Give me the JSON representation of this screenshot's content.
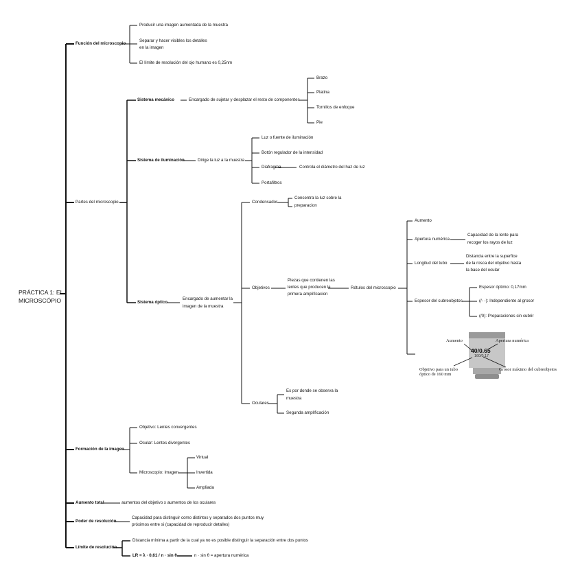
{
  "root": {
    "line1": "PRÁCTICA 1: EL",
    "line2": "MICROSCÓPIO"
  },
  "funcion": {
    "label": "Función del microscopio",
    "items": [
      "Producir una imagen aumentada de la muestra",
      "Separar y hacer visibles los detalles",
      "en la imagen",
      "El límite de resolución del ojo humano es 0,25nm"
    ]
  },
  "partes": {
    "label": "Partes del microscopio",
    "mecanico": {
      "label": "Sistema mecánico",
      "desc": "Encargado de sujetar y desplazar el resto de componentes",
      "items": [
        "Brazo",
        "Platina",
        "Tornillos de enfoque",
        "Pie"
      ]
    },
    "iluminacion": {
      "label": "Sistema de iluminación",
      "desc": "Dirige la luz a la muestra",
      "items": [
        "Luz o fuente de iluminación",
        "Botón regulador de la intensidad",
        "Diafragma",
        "Portafiltros"
      ],
      "diafragma_desc": "Controla el diámetro del haz de luz"
    },
    "optico": {
      "label": "Sistema óptico",
      "desc1": "Encargado de aumentar la",
      "desc2": "imagen de la muestra",
      "condensador": {
        "label": "Condensador",
        "desc1": "Concentra la luz sobre la",
        "desc2": "preparacion"
      },
      "objetivos": {
        "label": "Objetivos",
        "desc1": "Piezas que contienen las",
        "desc2": "lentes que producen la",
        "desc3": "primera amplificacion",
        "rotulos": "Rótulos del microscopio",
        "aumento": "Aumento",
        "apertura": "Apertura numérica",
        "apertura_desc1": "Capacidad de la lente para",
        "apertura_desc2": "recoger los rayos de luz",
        "tubo": "Longitud del tubo",
        "tubo_desc1": "Distancia entre la superfice",
        "tubo_desc2": "de la rosca del objetivo hasta",
        "tubo_desc3": "la base del ocular",
        "espesor": "Espesor del cubreobjetos",
        "espesor_items": [
          "Espesor óptimo: 0,17mm",
          "(/- -): Independiente al grosor",
          "(/0): Preparaciones sin cubrir"
        ]
      },
      "figure": {
        "aumento": "Aumento",
        "apertura": "Apertura numérica",
        "big": "40/0.65",
        "small": "160/0.17",
        "tubo1": "Objetivo para un tubo",
        "tubo2": "óptico de 160 mm",
        "grosor": "Grosor máximo del cubreobjetos"
      },
      "oculares": {
        "label": "Oculares",
        "desc1": "Es por donde se observa la",
        "desc2": "muestra",
        "segunda": "Segunda amplificación"
      }
    }
  },
  "formacion": {
    "label": "Formación de la imagen",
    "objetivo": "Objetivo: Lentes convergentes",
    "ocular": "Ocular: Lentes divergentes",
    "microscopio": "Microscopio: Imagen",
    "imagen_items": [
      "Virtual",
      "Invertida",
      "Ampliada"
    ]
  },
  "aumento_total": {
    "label": "Aumento total",
    "desc": "aumentos del objetivo x aumentos de los oculares"
  },
  "poder": {
    "label": "Poder de resolución",
    "desc1": "Capacidad para distinguir como distintos y separados dos puntos muy",
    "desc2": "próximos entre si (capacidad de reproducir detalles)"
  },
  "limite": {
    "label": "Límite de resolución",
    "desc": "Distancia mínima a partir de la cual ya no es posible distinguir la separación entre dos puntos",
    "formula": "LR = λ · 0,61 / n · sin θ",
    "na": "n · sin θ = apertura numérica"
  },
  "colors": {
    "ink": "#111111",
    "lens_body": "#c4c4c4",
    "lens_dark": "#8e8e8e"
  }
}
